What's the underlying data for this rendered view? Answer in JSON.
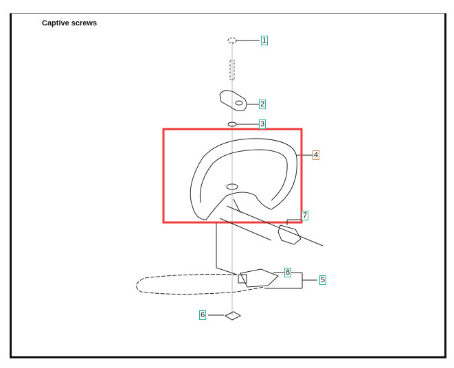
{
  "title": "Captive screws",
  "callouts": [
    {
      "id": "1",
      "label": "1"
    },
    {
      "id": "2",
      "label": "2"
    },
    {
      "id": "3",
      "label": "3"
    },
    {
      "id": "4",
      "label": "4",
      "highlighted": true
    },
    {
      "id": "5",
      "label": "5"
    },
    {
      "id": "6",
      "label": "6"
    },
    {
      "id": "7",
      "label": "7"
    },
    {
      "id": "8",
      "label": "8"
    }
  ],
  "colors": {
    "highlight": "#ef3b3b",
    "callout_border": "#29b3a3",
    "callout_border_selected": "#d08a5a"
  }
}
